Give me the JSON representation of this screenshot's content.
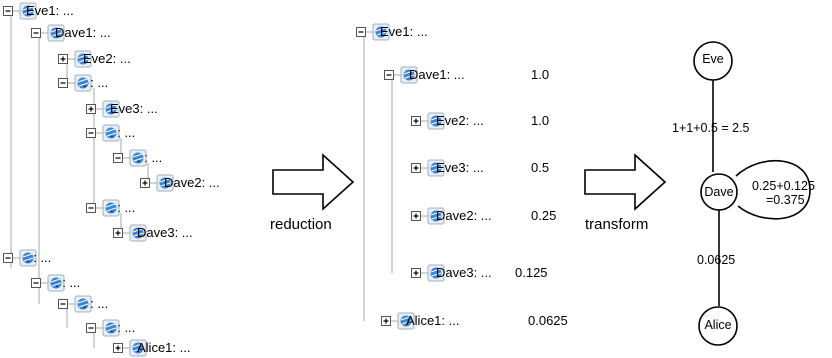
{
  "left_tree": [
    {
      "label": "Eve1: ...",
      "toggle": "minus"
    },
    {
      "label": "Dave1: ...",
      "toggle": "minus"
    },
    {
      "label": "Eve2: ...",
      "toggle": "plus"
    },
    {
      "label": ". : ...",
      "toggle": "minus"
    },
    {
      "label": "Eve3: ...",
      "toggle": "plus"
    },
    {
      "label": ". : ...",
      "toggle": "minus"
    },
    {
      "label": ". : ...",
      "toggle": "minus"
    },
    {
      "label": "Dave2: ...",
      "toggle": "plus"
    },
    {
      "label": ". : ...",
      "toggle": "minus"
    },
    {
      "label": "Dave3: ...",
      "toggle": "plus"
    },
    {
      "label": ". : ...",
      "toggle": "minus"
    },
    {
      "label": ". : ...",
      "toggle": "minus"
    },
    {
      "label": ". : ...",
      "toggle": "minus"
    },
    {
      "label": ". : ...",
      "toggle": "minus"
    },
    {
      "label": "Alice1: ...",
      "toggle": "plus"
    }
  ],
  "arrows": {
    "reduction": "reduction",
    "transform": "transform"
  },
  "middle_tree": [
    {
      "label": "Eve1: ...",
      "value": "",
      "toggle": "minus"
    },
    {
      "label": "Dave1: ...",
      "value": "1.0",
      "toggle": "minus"
    },
    {
      "label": "Eve2: ...",
      "value": "1.0",
      "toggle": "plus"
    },
    {
      "label": "Eve3: ...",
      "value": "0.5",
      "toggle": "plus"
    },
    {
      "label": "Dave2: ...",
      "value": "0.25",
      "toggle": "plus"
    },
    {
      "label": "Dave3: ...",
      "value": "0.125",
      "toggle": "plus"
    },
    {
      "label": "Alice1: ...",
      "value": "0.0625",
      "toggle": "plus"
    }
  ],
  "graph": {
    "nodes": {
      "eve": "Eve",
      "dave": "Dave",
      "alice": "Alice"
    },
    "edge_eve_dave": "1+1+0.5 = 2.5",
    "self_loop_line1": "0.25+0.125",
    "self_loop_line2": "=0.375",
    "edge_dave_alice": "0.0625"
  },
  "colors": {
    "tree_line": "#a9a9a9",
    "icon_blue": "#3a86d6",
    "icon_frame": "#9fb0c4",
    "toggle_border": "#555555"
  }
}
